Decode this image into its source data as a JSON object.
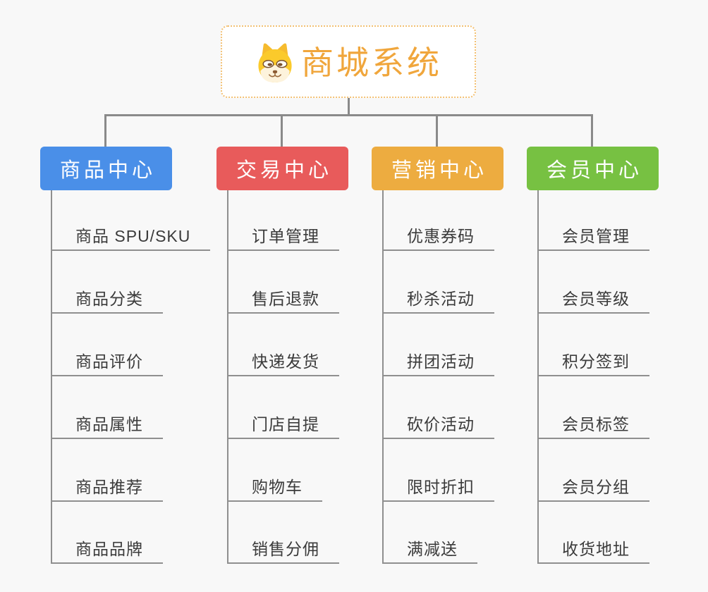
{
  "root": {
    "title": "商城系统",
    "icon": "shiba-dog-icon"
  },
  "branches": [
    {
      "id": "product-center",
      "label": "商品中心",
      "color": "#4a8fe8",
      "items": [
        "商品 SPU/SKU",
        "商品分类",
        "商品评价",
        "商品属性",
        "商品推荐",
        "商品品牌"
      ]
    },
    {
      "id": "trade-center",
      "label": "交易中心",
      "color": "#e85b5b",
      "items": [
        "订单管理",
        "售后退款",
        "快递发货",
        "门店自提",
        "购物车",
        "销售分佣"
      ]
    },
    {
      "id": "marketing-center",
      "label": "营销中心",
      "color": "#edac40",
      "items": [
        "优惠券码",
        "秒杀活动",
        "拼团活动",
        "砍价活动",
        "限时折扣",
        "满减送"
      ]
    },
    {
      "id": "member-center",
      "label": "会员中心",
      "color": "#77c142",
      "items": [
        "会员管理",
        "会员等级",
        "积分签到",
        "会员标签",
        "会员分组",
        "收货地址"
      ]
    }
  ],
  "colors": {
    "background": "#f8f8f8",
    "root_title": "#f0a63c",
    "root_border": "#f3c173",
    "tree_line": "#8a8a8a",
    "item_line": "#8f8f8f",
    "item_text": "#3b3b3b",
    "branch_blue": "#4a8fe8",
    "branch_red": "#e85b5b",
    "branch_orange": "#edac40",
    "branch_green": "#77c142"
  }
}
